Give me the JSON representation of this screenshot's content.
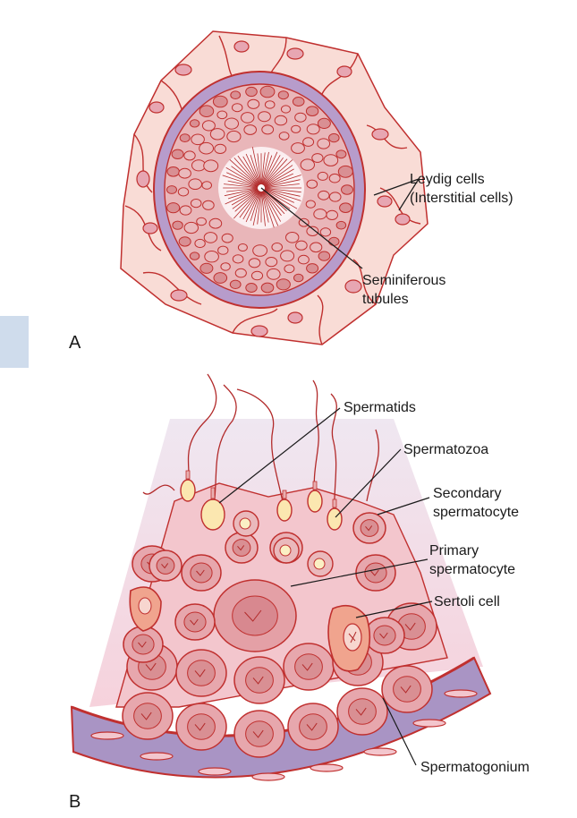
{
  "panel_a": {
    "letter": "A",
    "labels": {
      "leydig_line1": "Leydig cells",
      "leydig_line2": "(Interstitial cells)",
      "seminiferous_line1": "Seminiferous",
      "seminiferous_line2": "tubules"
    }
  },
  "panel_b": {
    "letter": "B",
    "labels": {
      "spermatids": "Spermatids",
      "spermatozoa": "Spermatozoa",
      "secondary_line1": "Secondary",
      "secondary_line2": "spermatocyte",
      "primary_line1": "Primary",
      "primary_line2": "spermatocyte",
      "sertoli": "Sertoli cell",
      "spermatogonium": "Spermatogonium"
    }
  },
  "colors": {
    "interstitium": "#f9dcd6",
    "membrane": "#b79ccb",
    "cell_fill": "#e8aeb0",
    "cell_outline": "#c0302f",
    "nucleus": "#d98f93",
    "lumen": "#ffffff",
    "background_wedge": "#ece4ee",
    "side_tab": "#cfdcec"
  }
}
